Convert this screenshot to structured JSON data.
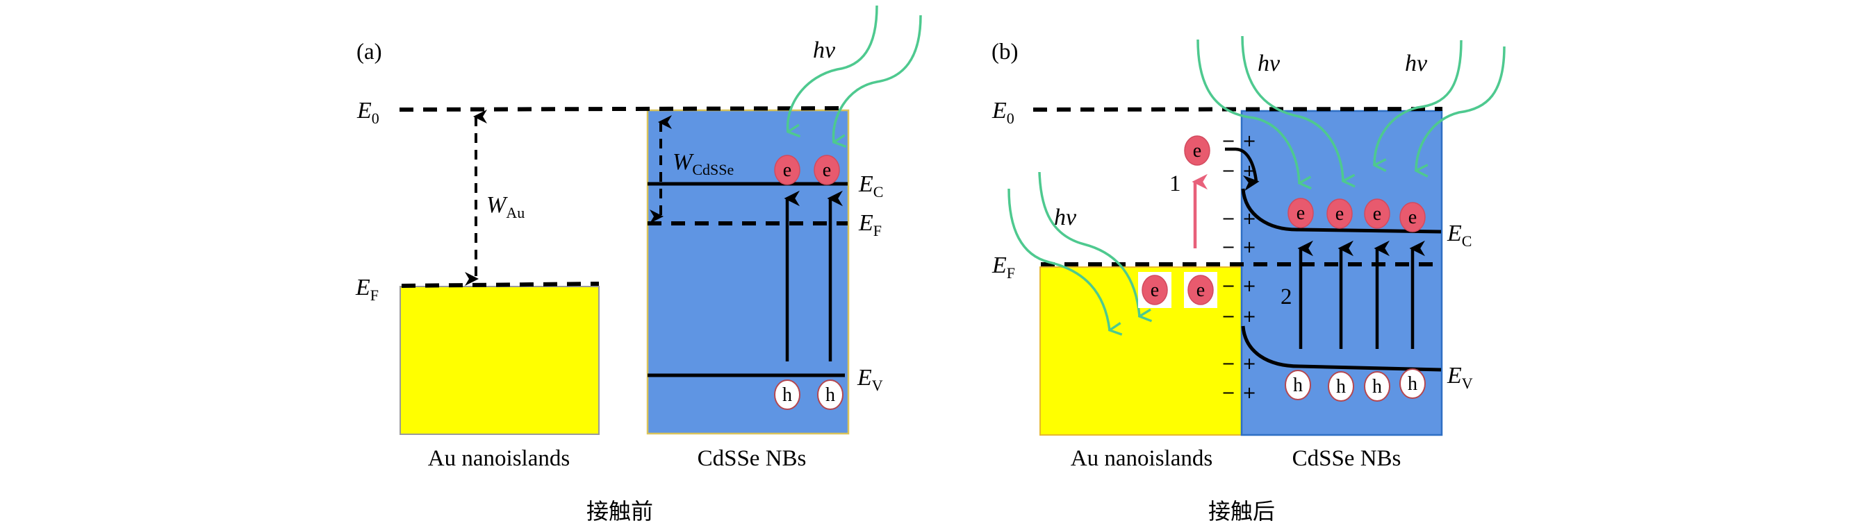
{
  "figure": {
    "colors": {
      "metal": "#ffff00",
      "semiconductor": "#5f95e3",
      "electron": "#e85a6e",
      "hole_fill": "#ffffff",
      "hole_edge": "#b4474f",
      "photon": "#4ec98f",
      "excitation_arrow": "#e8607a"
    },
    "panel_a": {
      "tag": "(a)",
      "caption": "接触前",
      "left_label": "Au nanoislands",
      "right_label": "CdSSe NBs",
      "levels": {
        "vacuum": {
          "main": "E",
          "sub": "0"
        },
        "metal_fermi": {
          "main": "E",
          "sub": "F"
        },
        "conduction": {
          "main": "E",
          "sub": "C"
        },
        "semi_fermi": {
          "main": "E",
          "sub": "F"
        },
        "valence": {
          "main": "E",
          "sub": "V"
        }
      },
      "work_functions": {
        "metal": {
          "main": "W",
          "sub": "Au"
        },
        "semi": {
          "main": "W",
          "sub": "CdSSe"
        }
      },
      "photon_label": "hv",
      "photon_count": 2,
      "electron_symbol": "e",
      "hole_symbol": "h",
      "electron_count": 2,
      "hole_count": 2
    },
    "panel_b": {
      "tag": "(b)",
      "caption": "接触后",
      "left_label": "Au nanoislands",
      "right_label": "CdSSe NBs",
      "levels": {
        "vacuum": {
          "main": "E",
          "sub": "0"
        },
        "fermi": {
          "main": "E",
          "sub": "F"
        },
        "conduction": {
          "main": "E",
          "sub": "C"
        },
        "valence": {
          "main": "E",
          "sub": "V"
        }
      },
      "photon_labels": [
        "hv",
        "hv",
        "hv"
      ],
      "process_labels": [
        "1",
        "2"
      ],
      "electron_symbol": "e",
      "hole_symbol": "h",
      "semiconductor_electrons": 4,
      "semiconductor_holes": 4,
      "metal_electrons": 2,
      "hot_electrons": 1,
      "depletion_charges": {
        "minus": "−",
        "plus": "+",
        "rows": 8
      }
    }
  }
}
